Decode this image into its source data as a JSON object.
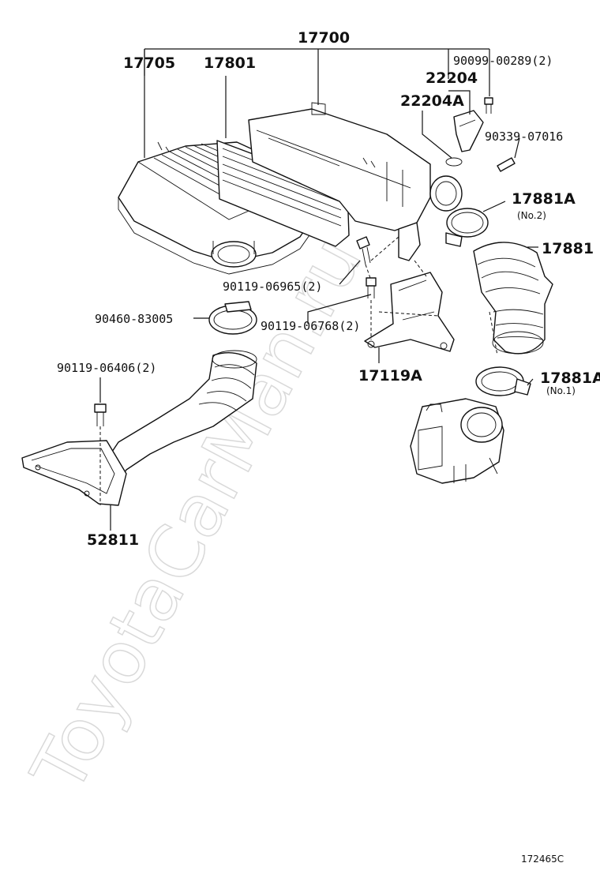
{
  "watermark": "ToyotaCarMan.ru",
  "diagram_code": "172465C",
  "labels": {
    "p17700": "17700",
    "p17705": "17705",
    "p17801": "17801",
    "p90099": "90099-00289(2)",
    "p22204": "22204",
    "p22204a": "22204A",
    "p90339": "90339-07016",
    "p17881a_top": "17881A",
    "p17881a_top_note": "(No.2)",
    "p17881": "17881",
    "p90119_06965": "90119-06965(2)",
    "p90460": "90460-83005",
    "p90119_06768": "90119-06768(2)",
    "p17119a": "17119A",
    "p90119_06406": "90119-06406(2)",
    "p17881a_bot": "17881A",
    "p17881a_bot_note": "(No.1)",
    "p52811": "52811"
  }
}
